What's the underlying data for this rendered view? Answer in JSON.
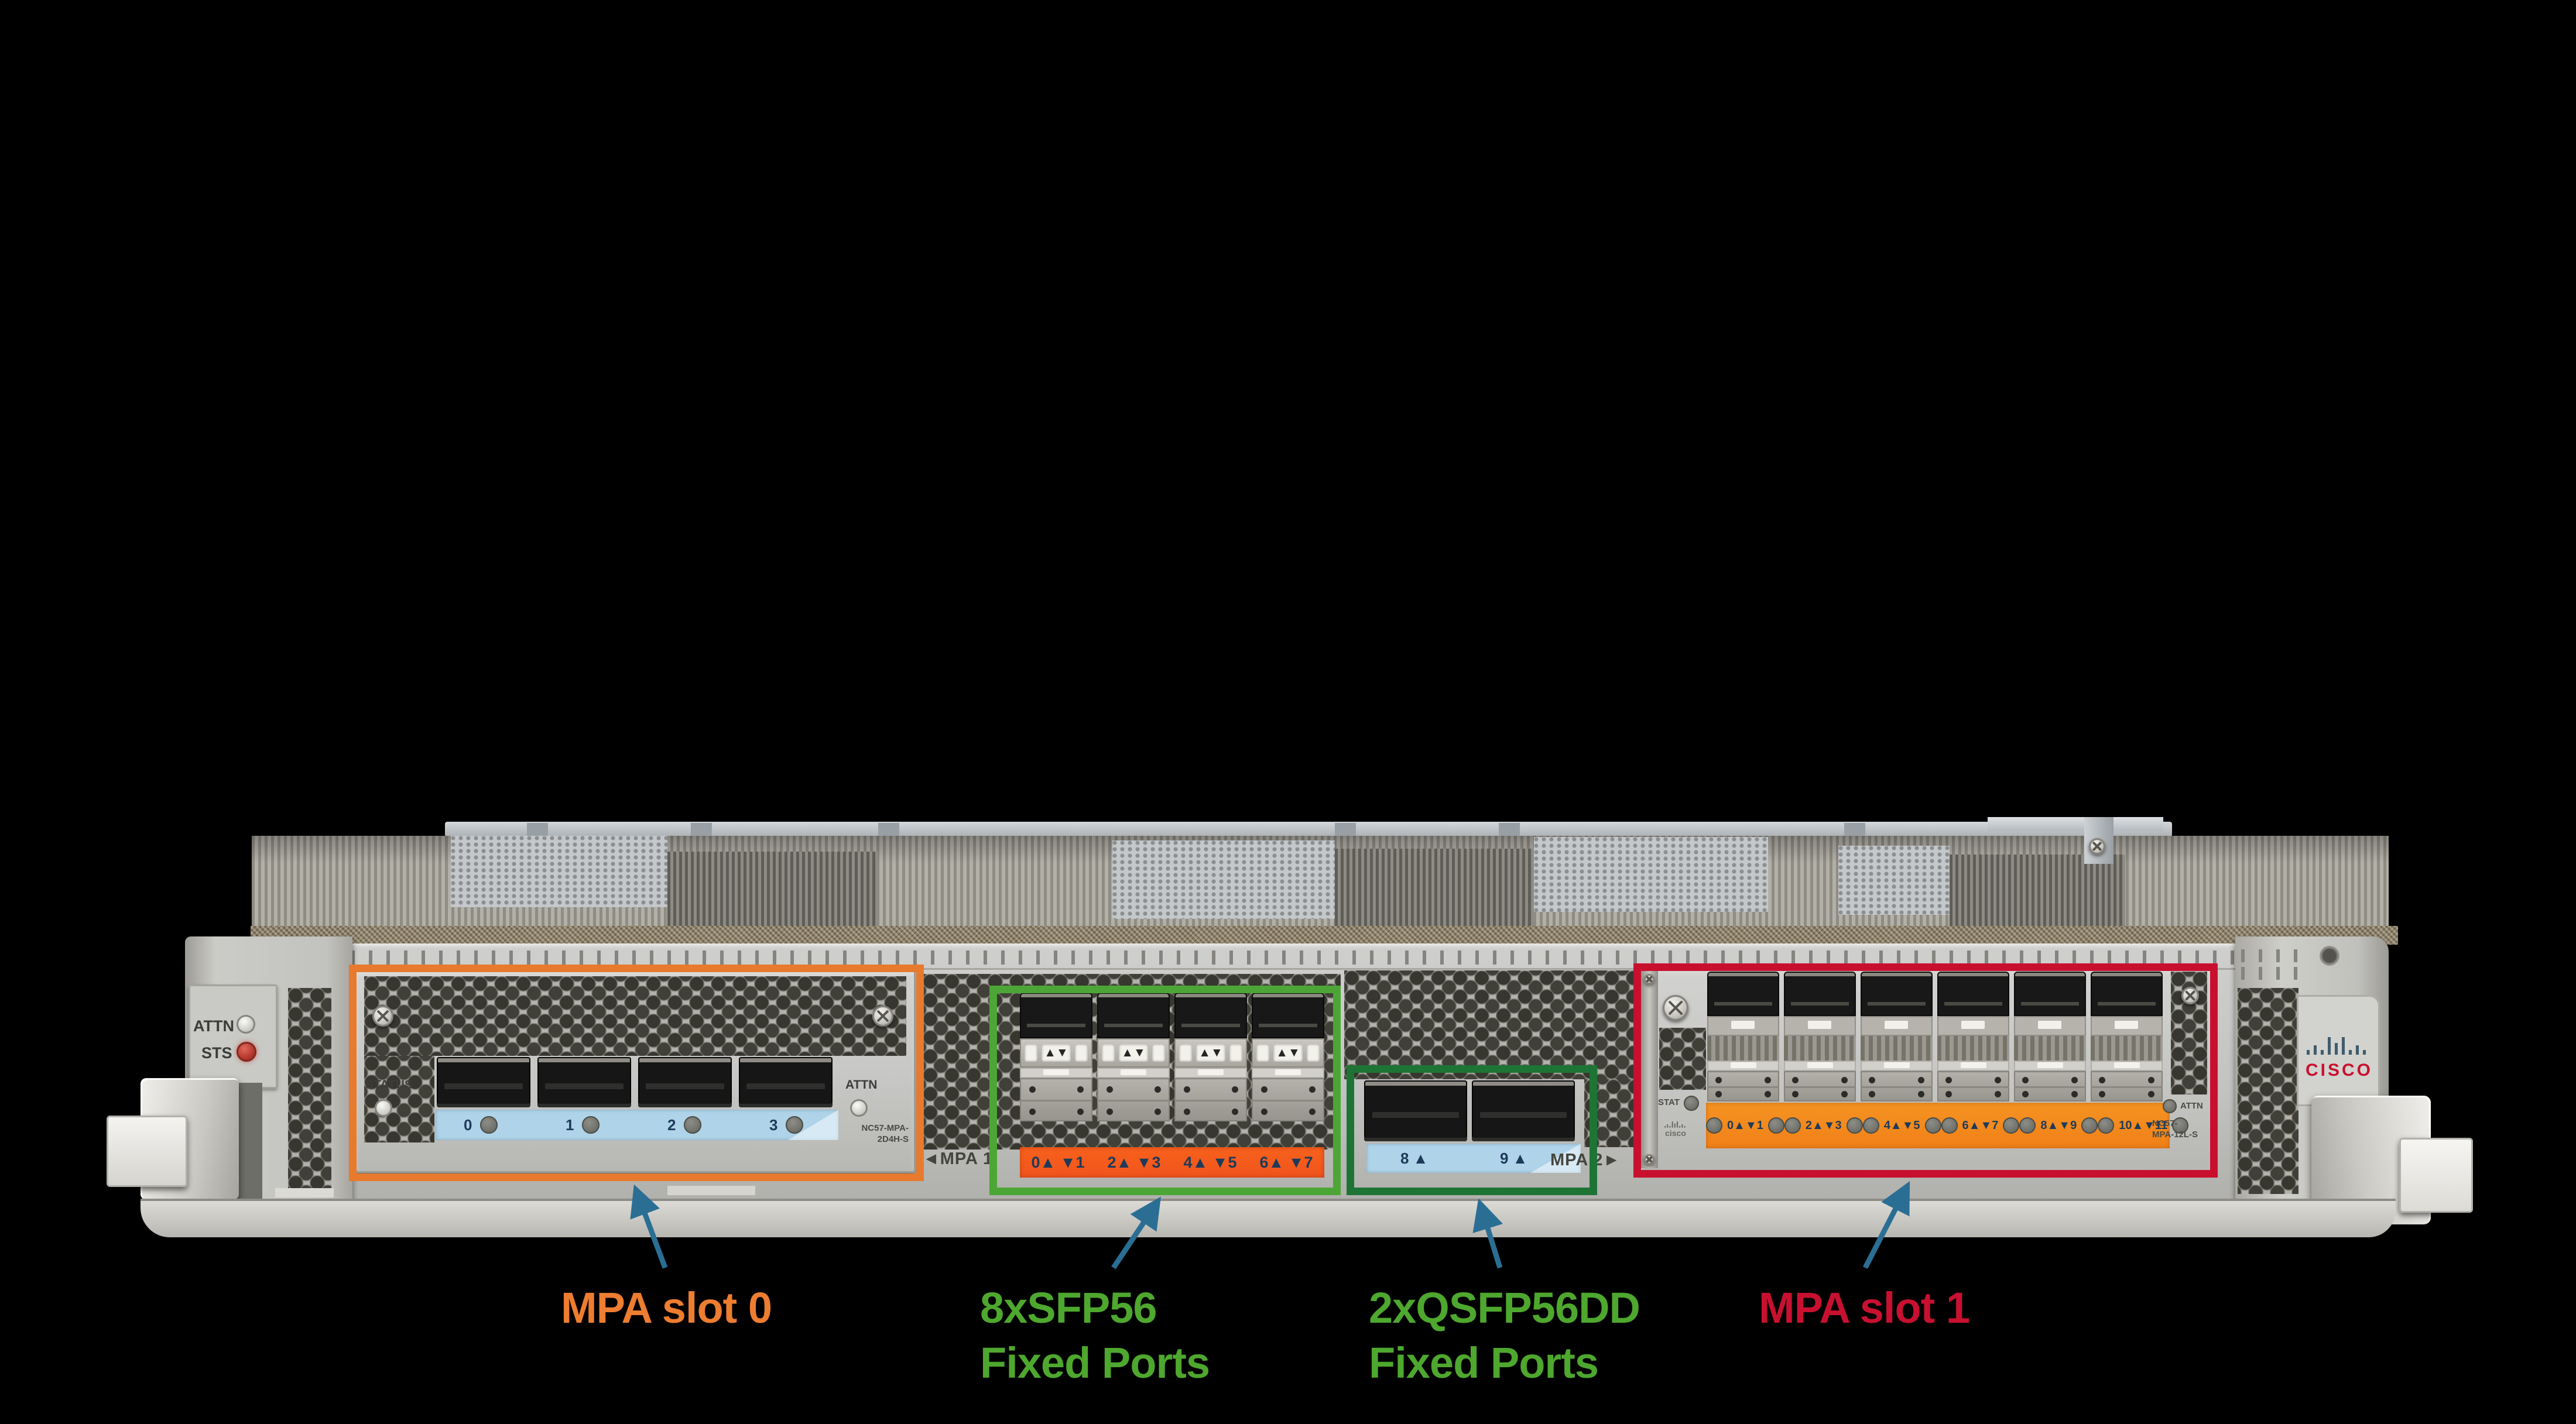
{
  "colors": {
    "annotation_orange": "#E87A2E",
    "annotation_green": "#4CA636",
    "annotation_dark_green": "#1E7435",
    "annotation_red": "#C8102E",
    "label_orange": "#ED7D31",
    "label_green": "#4EA72E",
    "label_red": "#C81030",
    "arrow_teal": "#2A6E94",
    "strip_blue": "#AFD3E8",
    "strip_orange_sfp": "#F1541D",
    "strip_orange_mpa1": "#F08018",
    "cisco_red": "#C8102E",
    "logo_slate": "#3E5C6E"
  },
  "card": {
    "left_panel": {
      "attn": "ATTN",
      "sts": "STS"
    },
    "mpa_slot0": {
      "status_label": "STATUS",
      "attn_label": "ATTN",
      "model": "NC57-MPA-2D4H-S",
      "ports": [
        "0",
        "1",
        "2",
        "3"
      ]
    },
    "fixed_sfp": {
      "marker": "◄MPA 1",
      "bail_glyph": "▲▼",
      "port_labels": [
        "0▲ ▼1",
        "2▲ ▼3",
        "4▲ ▼5",
        "6▲ ▼7"
      ]
    },
    "fixed_qsfp": {
      "marker": "MPA 2►",
      "port_labels": [
        "8 ▲",
        "9 ▲"
      ]
    },
    "mpa_slot1": {
      "stat_label": "STAT",
      "attn_label": "ATTN",
      "brand": "cisco",
      "model_line1": "NC57-",
      "model_line2": "MPA-12L-S",
      "port_groups": [
        "0▲▼1",
        "2▲▼3",
        "4▲▼5",
        "6▲▼7",
        "8▲▼9",
        "10▲▼11"
      ]
    },
    "right_panel": {
      "brand": "CISCO"
    }
  },
  "callouts": {
    "mpa0": {
      "label": "MPA slot 0"
    },
    "sfp": {
      "line1": "8xSFP56",
      "line2": "Fixed Ports"
    },
    "qsfp": {
      "line1": "2xQSFP56DD",
      "line2": "Fixed Ports"
    },
    "mpa1": {
      "label": "MPA slot 1"
    }
  }
}
